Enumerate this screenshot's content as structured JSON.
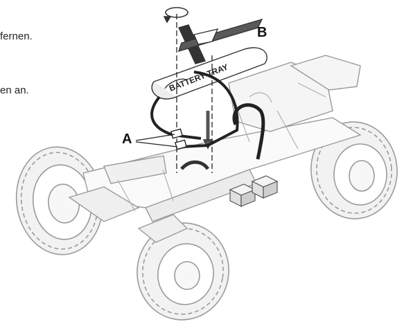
{
  "text_fragments": [
    "fernen.",
    "en an."
  ],
  "callouts": {
    "a": "A",
    "b": "B"
  },
  "battery_label": "BATTERY TRAY",
  "colors": {
    "line": "#333333",
    "gray": "#9a9a9a",
    "light": "#d8d8d8",
    "pale": "#f2f2f2"
  }
}
